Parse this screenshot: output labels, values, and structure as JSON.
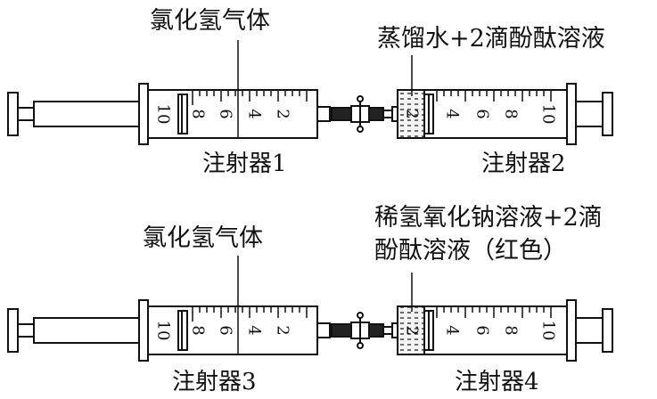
{
  "top": {
    "left_label": "氯化氢气体",
    "right_label": "蒸馏水+2滴酚酞溶液",
    "left_caption": "注射器1",
    "right_caption": "注射器2",
    "left_scale": [
      "10",
      "8",
      "6",
      "4",
      "2"
    ],
    "right_scale": [
      "2",
      "4",
      "6",
      "8",
      "10"
    ]
  },
  "bottom": {
    "left_label": "氯化氢气体",
    "right_label_line1": "稀氢氧化钠溶液+2滴",
    "right_label_line2": "酚酞溶液（红色）",
    "left_caption": "注射器3",
    "right_caption": "注射器4",
    "left_scale": [
      "10",
      "8",
      "6",
      "4",
      "2"
    ],
    "right_scale": [
      "2",
      "4",
      "6",
      "8",
      "10"
    ]
  },
  "colors": {
    "ink": "#111111",
    "liquid": "#e8e8e8"
  }
}
